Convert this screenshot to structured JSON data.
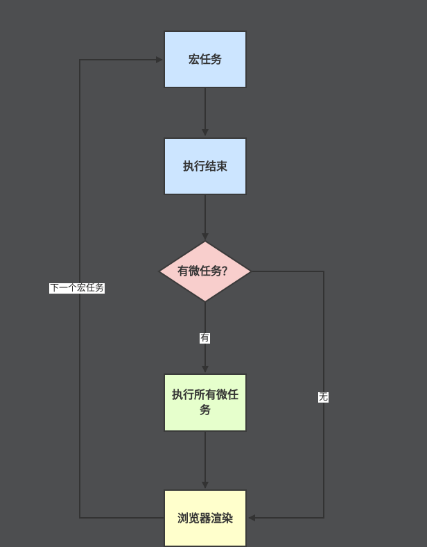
{
  "nodes": {
    "macro_task": {
      "label": "宏任务",
      "color": "#cce5ff"
    },
    "exec_done": {
      "label": "执行结束",
      "color": "#cce5ff"
    },
    "decision": {
      "label": "有微任务？",
      "color": "#f8cecc"
    },
    "exec_micro": {
      "label": "执行所有微任务",
      "color": "#e6ffcc"
    },
    "render": {
      "label": "浏览器渲染",
      "color": "#ffffcc"
    }
  },
  "edges": {
    "yes_label": "有",
    "no_label": "无",
    "next_label": "下一个宏任务"
  },
  "colors": {
    "background": "#4d4e50",
    "line": "#333333"
  }
}
